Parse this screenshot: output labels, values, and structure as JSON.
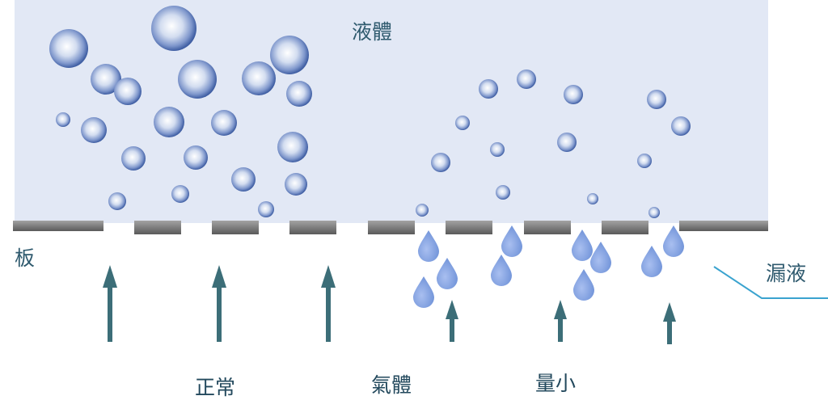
{
  "labels": {
    "liquid": "液體",
    "plate": "板",
    "leak": "漏液",
    "normal": "正常",
    "gas": "氣體",
    "small": "量小"
  },
  "colors": {
    "liquid_bg": "#e2e8f5",
    "bubble_light": "#ffffff",
    "bubble_mid": "#b9c8e6",
    "bubble_dark": "#4a67aa",
    "plate_top": "#9a9a9a",
    "plate_bottom": "#5c5c5c",
    "drop": "#7d9ddc",
    "arrow": "#3c6e78",
    "leader_line": "#3aa3cf",
    "label_text": "#2f5a6e"
  }
}
